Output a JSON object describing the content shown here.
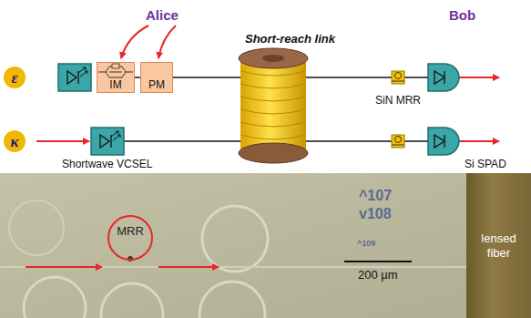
{
  "diagram": {
    "nodes": [
      {
        "text": [
          "ε"
        ]
      },
      {
        "text": [
          "κ"
        ]
      },
      {
        "text": [
          "IM"
        ]
      },
      {
        "text": [
          "PM"
        ]
      },
      {
        "text": [
          "MRR"
        ]
      },
      {
        "text": [
          "lensed fiber"
        ]
      }
    ],
    "edges": [
      {
        "from": 2,
        "to": 3,
        "arrow": "none"
      }
    ],
    "labels": [
      "Alice",
      "Bob",
      "Short-reach link",
      "SiN MRR",
      "Shortwave VCSEL",
      "Si SPAD",
      "^107",
      "v108",
      "^109",
      "200 µm"
    ]
  }
}
